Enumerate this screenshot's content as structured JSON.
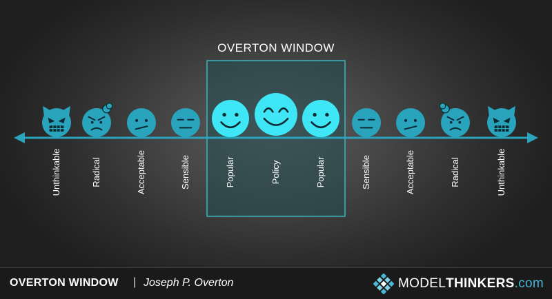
{
  "window_title": "OVERTON WINDOW",
  "positions": [
    {
      "label": "Unthinkable",
      "icon": "devil-face-icon",
      "color": "#2aa3bd"
    },
    {
      "label": "Radical",
      "icon": "angry-face-icon",
      "color": "#2aa3bd"
    },
    {
      "label": "Acceptable",
      "icon": "skeptical-face-icon",
      "color": "#2aa3bd"
    },
    {
      "label": "Sensible",
      "icon": "neutral-face-icon",
      "color": "#2aa3bd"
    },
    {
      "label": "Popular",
      "icon": "smile-face-icon",
      "color": "#3fe6f5"
    },
    {
      "label": "Policy",
      "icon": "big-smile-face-icon",
      "color": "#3fe6f5"
    },
    {
      "label": "Popular",
      "icon": "smile-face-icon",
      "color": "#3fe6f5"
    },
    {
      "label": "Sensible",
      "icon": "neutral-face-icon",
      "color": "#2aa3bd"
    },
    {
      "label": "Acceptable",
      "icon": "skeptical-face-icon",
      "color": "#2aa3bd"
    },
    {
      "label": "Radical",
      "icon": "angry-face-icon",
      "color": "#2aa3bd"
    },
    {
      "label": "Unthinkable",
      "icon": "devil-face-icon",
      "color": "#2aa3bd"
    }
  ],
  "colors": {
    "axis": "#2aa3bd",
    "window_fill": "#234e52",
    "window_border": "#3fd0e0",
    "brand_accent": "#4bb8d6"
  },
  "footer": {
    "title": "OVERTON WINDOW",
    "separator": "|",
    "author": "Joseph P. Overton",
    "brand": {
      "part1": "MODEL",
      "part2": "THINKERS",
      "part3": ".com",
      "icon": "diamond-grid-logo-icon"
    }
  }
}
